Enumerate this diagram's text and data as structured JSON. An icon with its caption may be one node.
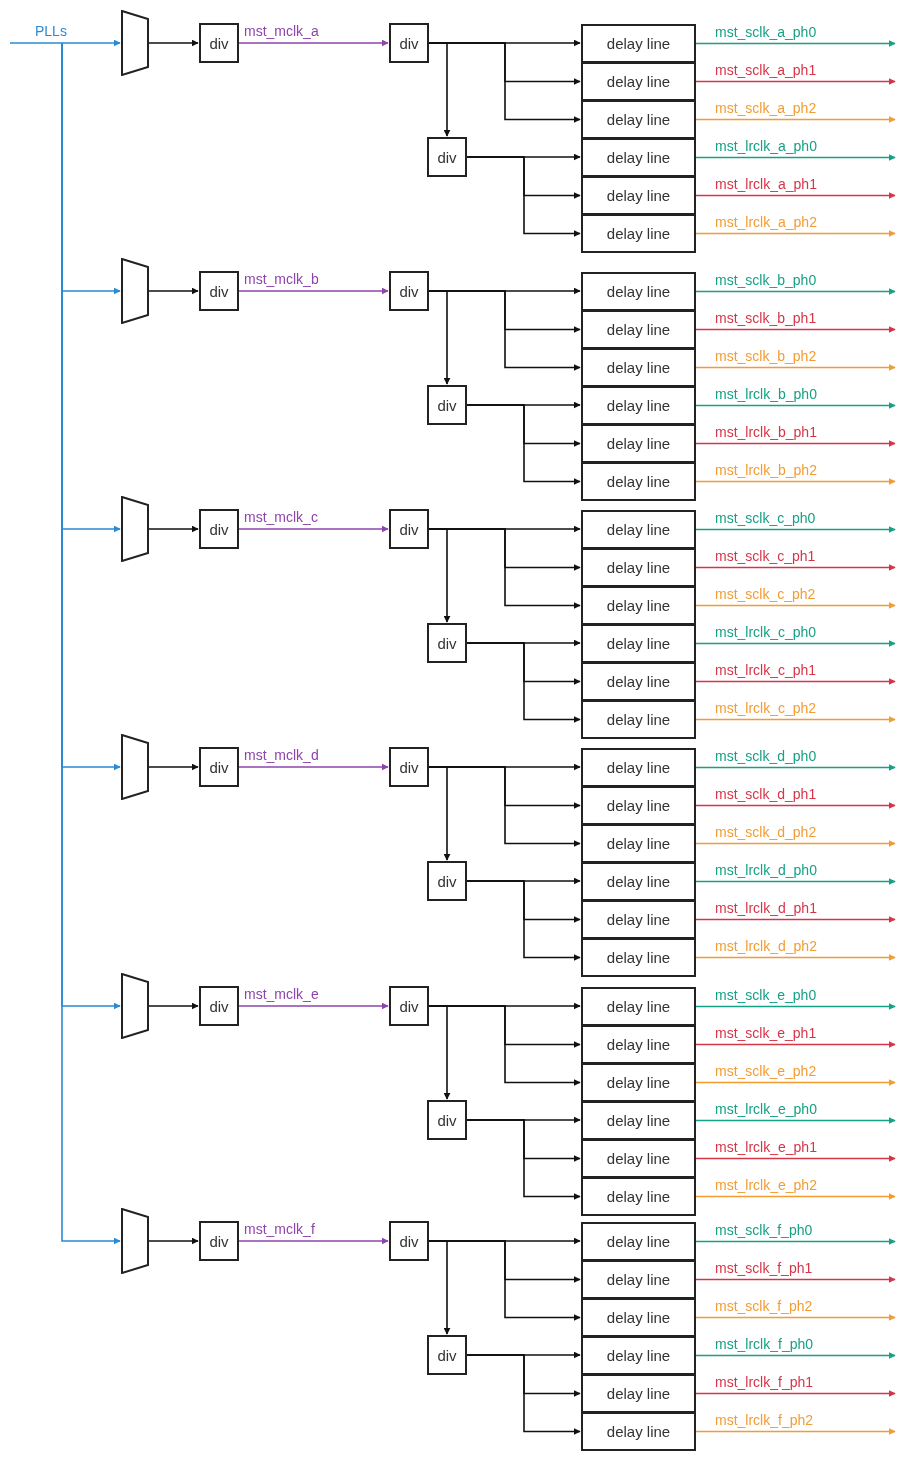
{
  "diagram": {
    "nodes": [
      {
        "text": [],
        "shape": "trapezoid"
      },
      {
        "text": [
          "div"
        ]
      },
      {
        "text": [
          "div"
        ]
      },
      {
        "text": [
          "div"
        ]
      },
      {
        "text": [
          "delay line"
        ]
      },
      {
        "text": [
          "delay line"
        ]
      },
      {
        "text": [
          "delay line"
        ]
      },
      {
        "text": [
          "delay line"
        ]
      },
      {
        "text": [
          "delay line"
        ]
      },
      {
        "text": [
          "delay line"
        ]
      },
      {
        "text": [],
        "shape": "trapezoid"
      },
      {
        "text": [
          "div"
        ]
      },
      {
        "text": [
          "div"
        ]
      },
      {
        "text": [
          "div"
        ]
      },
      {
        "text": [
          "delay line"
        ]
      },
      {
        "text": [
          "delay line"
        ]
      },
      {
        "text": [
          "delay line"
        ]
      },
      {
        "text": [
          "delay line"
        ]
      },
      {
        "text": [
          "delay line"
        ]
      },
      {
        "text": [
          "delay line"
        ]
      },
      {
        "text": [],
        "shape": "trapezoid"
      },
      {
        "text": [
          "div"
        ]
      },
      {
        "text": [
          "div"
        ]
      },
      {
        "text": [
          "div"
        ]
      },
      {
        "text": [
          "delay line"
        ]
      },
      {
        "text": [
          "delay line"
        ]
      },
      {
        "text": [
          "delay line"
        ]
      },
      {
        "text": [
          "delay line"
        ]
      },
      {
        "text": [
          "delay line"
        ]
      },
      {
        "text": [
          "delay line"
        ]
      },
      {
        "text": [],
        "shape": "trapezoid"
      },
      {
        "text": [
          "div"
        ]
      },
      {
        "text": [
          "div"
        ]
      },
      {
        "text": [
          "div"
        ]
      },
      {
        "text": [
          "delay line"
        ]
      },
      {
        "text": [
          "delay line"
        ]
      },
      {
        "text": [
          "delay line"
        ]
      },
      {
        "text": [
          "delay line"
        ]
      },
      {
        "text": [
          "delay line"
        ]
      },
      {
        "text": [
          "delay line"
        ]
      },
      {
        "text": [],
        "shape": "trapezoid"
      },
      {
        "text": [
          "div"
        ]
      },
      {
        "text": [
          "div"
        ]
      },
      {
        "text": [
          "div"
        ]
      },
      {
        "text": [
          "delay line"
        ]
      },
      {
        "text": [
          "delay line"
        ]
      },
      {
        "text": [
          "delay line"
        ]
      },
      {
        "text": [
          "delay line"
        ]
      },
      {
        "text": [
          "delay line"
        ]
      },
      {
        "text": [
          "delay line"
        ]
      },
      {
        "text": [],
        "shape": "trapezoid"
      },
      {
        "text": [
          "div"
        ]
      },
      {
        "text": [
          "div"
        ]
      },
      {
        "text": [
          "div"
        ]
      },
      {
        "text": [
          "delay line"
        ]
      },
      {
        "text": [
          "delay line"
        ]
      },
      {
        "text": [
          "delay line"
        ]
      },
      {
        "text": [
          "delay line"
        ]
      },
      {
        "text": [
          "delay line"
        ]
      },
      {
        "text": [
          "delay line"
        ]
      }
    ],
    "edges": [
      {
        "from": null,
        "to": 0,
        "arrow": "to",
        "label": "PLLs",
        "color": "#2a8ad4"
      },
      {
        "from": 0,
        "to": 1,
        "arrow": "to"
      },
      {
        "from": 1,
        "to": 2,
        "arrow": "to",
        "label": "mst_mclk_a",
        "color": "#8e44ad"
      },
      {
        "from": 2,
        "to": 3,
        "arrow": "to"
      },
      {
        "from": 2,
        "to": 4,
        "arrow": "to"
      },
      {
        "from": 2,
        "to": 5,
        "arrow": "to"
      },
      {
        "from": 2,
        "to": 6,
        "arrow": "to"
      },
      {
        "from": 3,
        "to": 7,
        "arrow": "to"
      },
      {
        "from": 3,
        "to": 8,
        "arrow": "to"
      },
      {
        "from": 3,
        "to": 9,
        "arrow": "to"
      },
      {
        "from": 4,
        "to": null,
        "arrow": "to",
        "label": "mst_sclk_a_ph0",
        "color": "#16a085"
      },
      {
        "from": 5,
        "to": null,
        "arrow": "to",
        "label": "mst_sclk_a_ph1",
        "color": "#d63447"
      },
      {
        "from": 6,
        "to": null,
        "arrow": "to",
        "label": "mst_sclk_a_ph2",
        "color": "#f39c33"
      },
      {
        "from": 7,
        "to": null,
        "arrow": "to",
        "label": "mst_lrclk_a_ph0",
        "color": "#16a085"
      },
      {
        "from": 8,
        "to": null,
        "arrow": "to",
        "label": "mst_lrclk_a_ph1",
        "color": "#d63447"
      },
      {
        "from": 9,
        "to": null,
        "arrow": "to",
        "label": "mst_lrclk_a_ph2",
        "color": "#f39c33"
      },
      {
        "from": null,
        "to": 10,
        "arrow": "to",
        "color": "#2a8ad4"
      },
      {
        "from": 10,
        "to": 11,
        "arrow": "to"
      },
      {
        "from": 11,
        "to": 12,
        "arrow": "to",
        "label": "mst_mclk_b",
        "color": "#8e44ad"
      },
      {
        "from": 12,
        "to": 13,
        "arrow": "to"
      },
      {
        "from": 12,
        "to": 14,
        "arrow": "to"
      },
      {
        "from": 12,
        "to": 15,
        "arrow": "to"
      },
      {
        "from": 12,
        "to": 16,
        "arrow": "to"
      },
      {
        "from": 13,
        "to": 17,
        "arrow": "to"
      },
      {
        "from": 13,
        "to": 18,
        "arrow": "to"
      },
      {
        "from": 13,
        "to": 19,
        "arrow": "to"
      },
      {
        "from": 14,
        "to": null,
        "arrow": "to",
        "label": "mst_sclk_b_ph0",
        "color": "#16a085"
      },
      {
        "from": 15,
        "to": null,
        "arrow": "to",
        "label": "mst_sclk_b_ph1",
        "color": "#d63447"
      },
      {
        "from": 16,
        "to": null,
        "arrow": "to",
        "label": "mst_sclk_b_ph2",
        "color": "#f39c33"
      },
      {
        "from": 17,
        "to": null,
        "arrow": "to",
        "label": "mst_lrclk_b_ph0",
        "color": "#16a085"
      },
      {
        "from": 18,
        "to": null,
        "arrow": "to",
        "label": "mst_lrclk_b_ph1",
        "color": "#d63447"
      },
      {
        "from": 19,
        "to": null,
        "arrow": "to",
        "label": "mst_lrclk_b_ph2",
        "color": "#f39c33"
      },
      {
        "from": null,
        "to": 20,
        "arrow": "to",
        "color": "#2a8ad4"
      },
      {
        "from": 20,
        "to": 21,
        "arrow": "to"
      },
      {
        "from": 21,
        "to": 22,
        "arrow": "to",
        "label": "mst_mclk_c",
        "color": "#8e44ad"
      },
      {
        "from": 22,
        "to": 23,
        "arrow": "to"
      },
      {
        "from": 22,
        "to": 24,
        "arrow": "to"
      },
      {
        "from": 22,
        "to": 25,
        "arrow": "to"
      },
      {
        "from": 22,
        "to": 26,
        "arrow": "to"
      },
      {
        "from": 23,
        "to": 27,
        "arrow": "to"
      },
      {
        "from": 23,
        "to": 28,
        "arrow": "to"
      },
      {
        "from": 23,
        "to": 29,
        "arrow": "to"
      },
      {
        "from": 24,
        "to": null,
        "arrow": "to",
        "label": "mst_sclk_c_ph0",
        "color": "#16a085"
      },
      {
        "from": 25,
        "to": null,
        "arrow": "to",
        "label": "mst_sclk_c_ph1",
        "color": "#d63447"
      },
      {
        "from": 26,
        "to": null,
        "arrow": "to",
        "label": "mst_sclk_c_ph2",
        "color": "#f39c33"
      },
      {
        "from": 27,
        "to": null,
        "arrow": "to",
        "label": "mst_lrclk_c_ph0",
        "color": "#16a085"
      },
      {
        "from": 28,
        "to": null,
        "arrow": "to",
        "label": "mst_lrclk_c_ph1",
        "color": "#d63447"
      },
      {
        "from": 29,
        "to": null,
        "arrow": "to",
        "label": "mst_lrclk_c_ph2",
        "color": "#f39c33"
      },
      {
        "from": null,
        "to": 30,
        "arrow": "to",
        "color": "#2a8ad4"
      },
      {
        "from": 30,
        "to": 31,
        "arrow": "to"
      },
      {
        "from": 31,
        "to": 32,
        "arrow": "to",
        "label": "mst_mclk_d",
        "color": "#8e44ad"
      },
      {
        "from": 32,
        "to": 33,
        "arrow": "to"
      },
      {
        "from": 32,
        "to": 34,
        "arrow": "to"
      },
      {
        "from": 32,
        "to": 35,
        "arrow": "to"
      },
      {
        "from": 32,
        "to": 36,
        "arrow": "to"
      },
      {
        "from": 33,
        "to": 37,
        "arrow": "to"
      },
      {
        "from": 33,
        "to": 38,
        "arrow": "to"
      },
      {
        "from": 33,
        "to": 39,
        "arrow": "to"
      },
      {
        "from": 34,
        "to": null,
        "arrow": "to",
        "label": "mst_sclk_d_ph0",
        "color": "#16a085"
      },
      {
        "from": 35,
        "to": null,
        "arrow": "to",
        "label": "mst_sclk_d_ph1",
        "color": "#d63447"
      },
      {
        "from": 36,
        "to": null,
        "arrow": "to",
        "label": "mst_sclk_d_ph2",
        "color": "#f39c33"
      },
      {
        "from": 37,
        "to": null,
        "arrow": "to",
        "label": "mst_lrclk_d_ph0",
        "color": "#16a085"
      },
      {
        "from": 38,
        "to": null,
        "arrow": "to",
        "label": "mst_lrclk_d_ph1",
        "color": "#d63447"
      },
      {
        "from": 39,
        "to": null,
        "arrow": "to",
        "label": "mst_lrclk_d_ph2",
        "color": "#f39c33"
      },
      {
        "from": null,
        "to": 40,
        "arrow": "to",
        "color": "#2a8ad4"
      },
      {
        "from": 40,
        "to": 41,
        "arrow": "to"
      },
      {
        "from": 41,
        "to": 42,
        "arrow": "to",
        "label": "mst_mclk_e",
        "color": "#8e44ad"
      },
      {
        "from": 42,
        "to": 43,
        "arrow": "to"
      },
      {
        "from": 42,
        "to": 44,
        "arrow": "to"
      },
      {
        "from": 42,
        "to": 45,
        "arrow": "to"
      },
      {
        "from": 42,
        "to": 46,
        "arrow": "to"
      },
      {
        "from": 43,
        "to": 47,
        "arrow": "to"
      },
      {
        "from": 43,
        "to": 48,
        "arrow": "to"
      },
      {
        "from": 43,
        "to": 49,
        "arrow": "to"
      },
      {
        "from": 44,
        "to": null,
        "arrow": "to",
        "label": "mst_sclk_e_ph0",
        "color": "#16a085"
      },
      {
        "from": 45,
        "to": null,
        "arrow": "to",
        "label": "mst_sclk_e_ph1",
        "color": "#d63447"
      },
      {
        "from": 46,
        "to": null,
        "arrow": "to",
        "label": "mst_sclk_e_ph2",
        "color": "#f39c33"
      },
      {
        "from": 47,
        "to": null,
        "arrow": "to",
        "label": "mst_lrclk_e_ph0",
        "color": "#16a085"
      },
      {
        "from": 48,
        "to": null,
        "arrow": "to",
        "label": "mst_lrclk_e_ph1",
        "color": "#d63447"
      },
      {
        "from": 49,
        "to": null,
        "arrow": "to",
        "label": "mst_lrclk_e_ph2",
        "color": "#f39c33"
      },
      {
        "from": null,
        "to": 50,
        "arrow": "to",
        "color": "#2a8ad4"
      },
      {
        "from": 50,
        "to": 51,
        "arrow": "to"
      },
      {
        "from": 51,
        "to": 52,
        "arrow": "to",
        "label": "mst_mclk_f",
        "color": "#8e44ad"
      },
      {
        "from": 52,
        "to": 53,
        "arrow": "to"
      },
      {
        "from": 52,
        "to": 54,
        "arrow": "to"
      },
      {
        "from": 52,
        "to": 55,
        "arrow": "to"
      },
      {
        "from": 52,
        "to": 56,
        "arrow": "to"
      },
      {
        "from": 53,
        "to": 57,
        "arrow": "to"
      },
      {
        "from": 53,
        "to": 58,
        "arrow": "to"
      },
      {
        "from": 53,
        "to": 59,
        "arrow": "to"
      },
      {
        "from": 54,
        "to": null,
        "arrow": "to",
        "label": "mst_sclk_f_ph0",
        "color": "#16a085"
      },
      {
        "from": 55,
        "to": null,
        "arrow": "to",
        "label": "mst_sclk_f_ph1",
        "color": "#d63447"
      },
      {
        "from": 56,
        "to": null,
        "arrow": "to",
        "label": "mst_sclk_f_ph2",
        "color": "#f39c33"
      },
      {
        "from": 57,
        "to": null,
        "arrow": "to",
        "label": "mst_lrclk_f_ph0",
        "color": "#16a085"
      },
      {
        "from": 58,
        "to": null,
        "arrow": "to",
        "label": "mst_lrclk_f_ph1",
        "color": "#d63447"
      },
      {
        "from": 59,
        "to": null,
        "arrow": "to",
        "label": "mst_lrclk_f_ph2",
        "color": "#f39c33"
      }
    ]
  }
}
